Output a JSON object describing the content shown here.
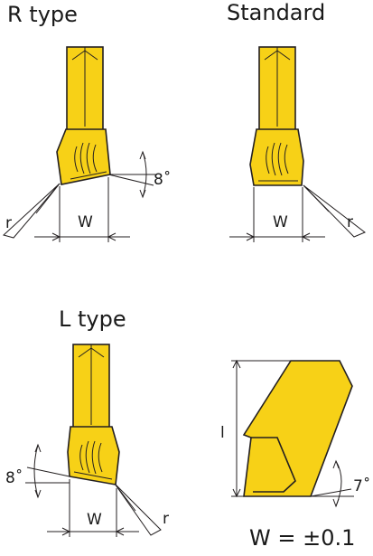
{
  "titles": {
    "r_type": "R type",
    "standard": "Standard",
    "l_type": "L type"
  },
  "labels": {
    "r_type_angle": "8˚",
    "r_type_width": "W",
    "r_type_radius": "r",
    "standard_width": "W",
    "standard_radius": "r",
    "l_type_angle": "8˚",
    "l_type_width": "W",
    "l_type_radius": "r",
    "detail_length": "l",
    "detail_angle": "7˚"
  },
  "formula": "W = ±0.1",
  "colors": {
    "insert_fill": "#f7d117",
    "insert_shade": "#e8b800",
    "outline": "#231f20"
  }
}
